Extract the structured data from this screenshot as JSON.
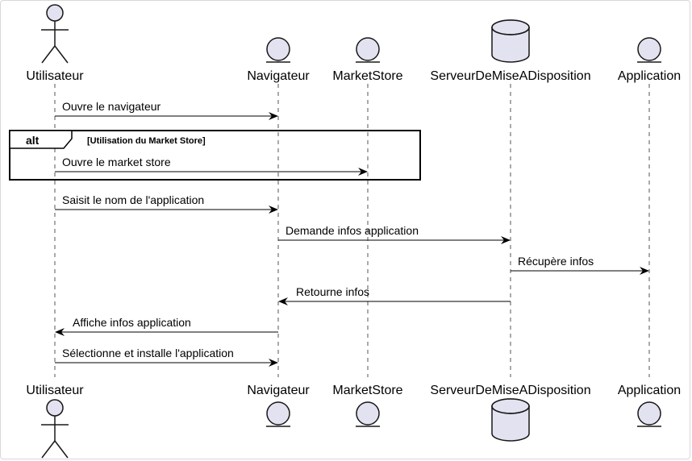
{
  "participants": [
    {
      "id": "utilisateur",
      "label": "Utilisateur",
      "kind": "actor"
    },
    {
      "id": "navigateur",
      "label": "Navigateur",
      "kind": "entity"
    },
    {
      "id": "marketstore",
      "label": "MarketStore",
      "kind": "entity"
    },
    {
      "id": "serveur",
      "label": "ServeurDeMiseADisposition",
      "kind": "database"
    },
    {
      "id": "application",
      "label": "Application",
      "kind": "entity"
    }
  ],
  "messages": [
    {
      "from": "utilisateur",
      "to": "navigateur",
      "label": "Ouvre le navigateur"
    },
    {
      "from": "utilisateur",
      "to": "marketstore",
      "label": "Ouvre le market store"
    },
    {
      "from": "utilisateur",
      "to": "navigateur",
      "label": "Saisit le nom de l'application"
    },
    {
      "from": "navigateur",
      "to": "serveur",
      "label": "Demande infos application"
    },
    {
      "from": "serveur",
      "to": "application",
      "label": "Récupère infos"
    },
    {
      "from": "serveur",
      "to": "navigateur",
      "label": "Retourne infos"
    },
    {
      "from": "navigateur",
      "to": "utilisateur",
      "label": "Affiche infos application"
    },
    {
      "from": "utilisateur",
      "to": "navigateur",
      "label": "Sélectionne et installe l'application"
    }
  ],
  "fragment": {
    "keyword": "alt",
    "guard": "[Utilisation du Market Store]",
    "contains_message_index": 1
  },
  "colors": {
    "participant_fill": "#e2e2f0",
    "participant_stroke": "#181818",
    "line": "#000000",
    "lifeline": "#555555"
  }
}
